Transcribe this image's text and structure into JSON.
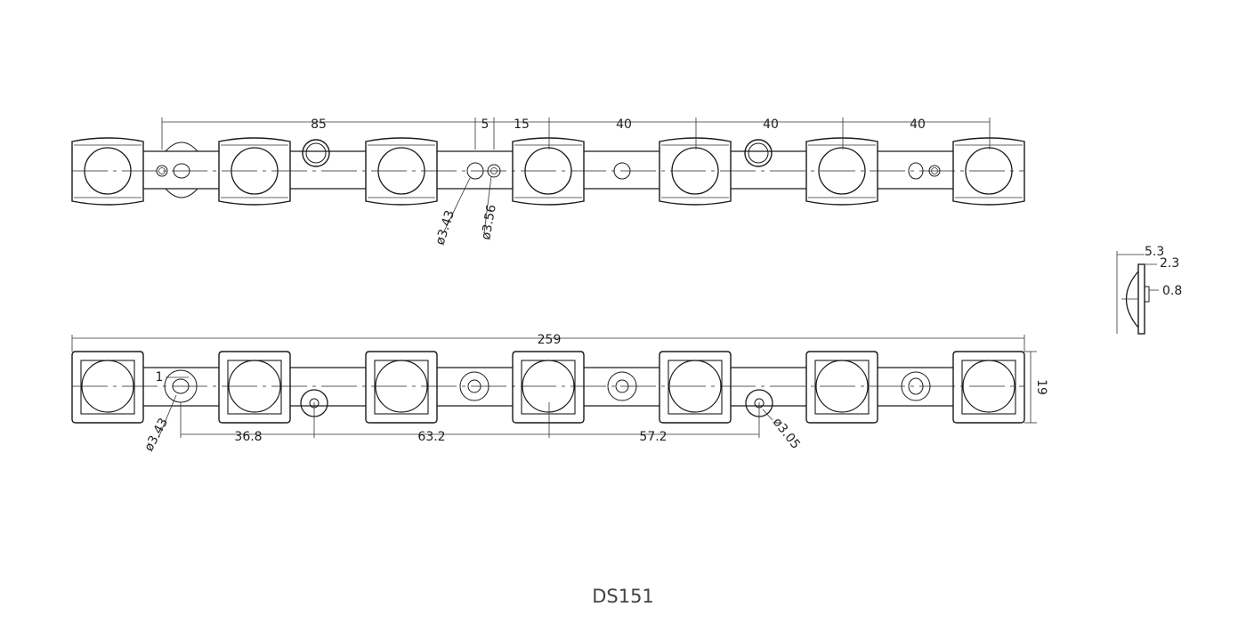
{
  "title": "DS151",
  "top_view": {
    "dims": [
      "85",
      "5",
      "15",
      "40",
      "40",
      "40"
    ],
    "diameters": [
      "ø3.43",
      "ø3.56"
    ]
  },
  "bottom_view": {
    "overall_length": "259",
    "height": "19",
    "dims": [
      "1",
      "36.8",
      "63.2",
      "57.2"
    ],
    "diameters": [
      "ø3.43",
      "ø3.05"
    ]
  },
  "side_view": {
    "dims": [
      "5.3",
      "2.3",
      "0.8"
    ]
  }
}
